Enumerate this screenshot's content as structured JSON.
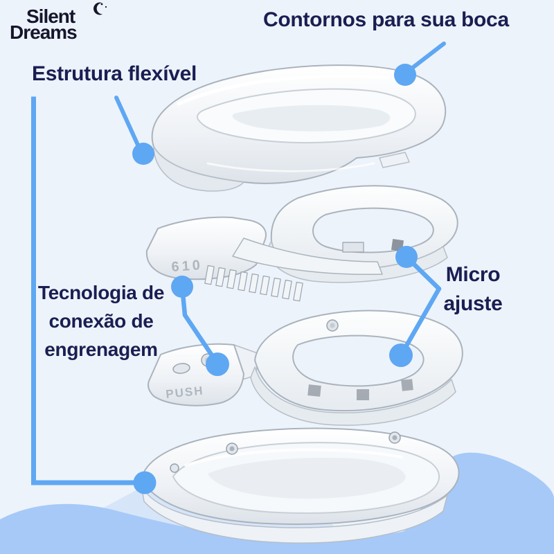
{
  "logo": {
    "line1": "Silent",
    "line2": "Dreams"
  },
  "annotations": {
    "contornos": {
      "label": "Contornos para sua boca"
    },
    "estrutura": {
      "label": "Estrutura flexível"
    },
    "tecnologia": {
      "lines": [
        "Tecnologia de",
        "conexão de",
        "engrenagem"
      ]
    },
    "micro": {
      "lines": [
        "Micro",
        "ajuste"
      ]
    }
  },
  "device": {
    "embossed_push": "PUSH",
    "embossed_digits": "610"
  },
  "colors": {
    "background": "#edf3fa",
    "text_navy": "#1a1e52",
    "logo_ink": "#15162c",
    "callout_blue": "#5ea7f3",
    "wave_blue": "#a6c9f8",
    "wave_pale": "#d7e5f9"
  }
}
